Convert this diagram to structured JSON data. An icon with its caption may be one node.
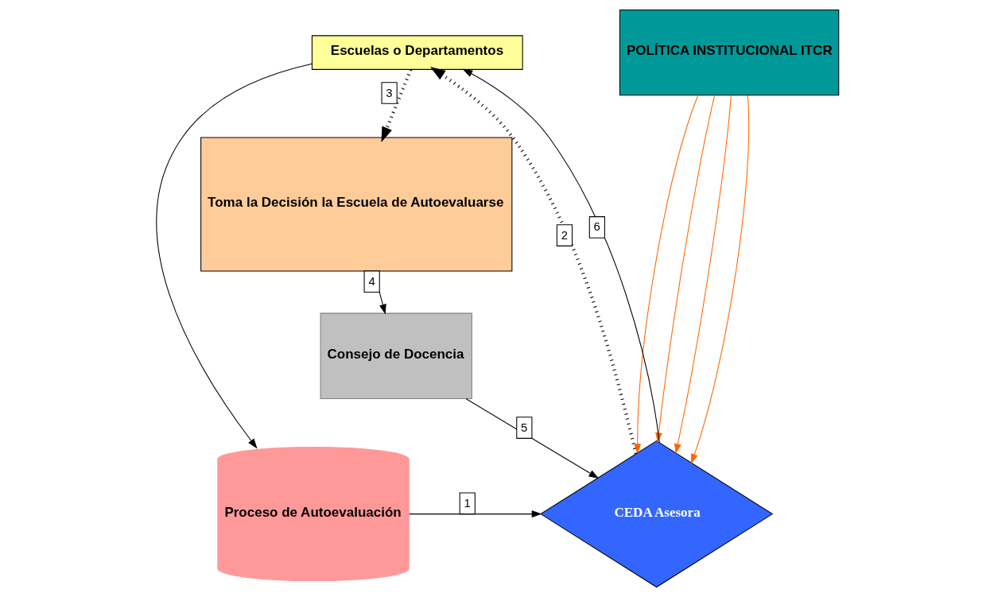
{
  "diagram": {
    "nodes": [
      {
        "text": [
          "Escuelas o Departamentos"
        ]
      },
      {
        "text": [
          "POLÍTICA INSTITUCIONAL ITCR"
        ]
      },
      {
        "text": [
          "CEDA Asesora"
        ]
      },
      {
        "text": [
          "Proceso de Autoevaluación"
        ]
      },
      {
        "text": [
          "Toma la Decisión la Escuela de Autoevaluarse"
        ]
      },
      {
        "text": [
          "Consejo de Docencia"
        ]
      }
    ],
    "edges": [
      {
        "from": 0,
        "to": 3,
        "arrow": "to"
      },
      {
        "from": 3,
        "to": 2,
        "arrow": "to",
        "label": "1"
      },
      {
        "from": 2,
        "to": 0,
        "arrow": "to",
        "label": "2",
        "style": "dashed"
      },
      {
        "from": 0,
        "to": 4,
        "arrow": "to",
        "label": "3",
        "style": "dashed"
      },
      {
        "from": 4,
        "to": 5,
        "arrow": "to",
        "label": "4"
      },
      {
        "from": 5,
        "to": 2,
        "arrow": "to",
        "label": "5"
      },
      {
        "from": 2,
        "to": 0,
        "arrow": "to",
        "label": "6"
      },
      {
        "from": 1,
        "to": 2,
        "arrow": "to",
        "color": "#ff6600"
      },
      {
        "from": 1,
        "to": 2,
        "arrow": "to",
        "color": "#ff6600"
      },
      {
        "from": 1,
        "to": 2,
        "arrow": "to",
        "color": "#ff6600"
      },
      {
        "from": 1,
        "to": 2,
        "arrow": "to",
        "color": "#ff6600"
      }
    ]
  }
}
